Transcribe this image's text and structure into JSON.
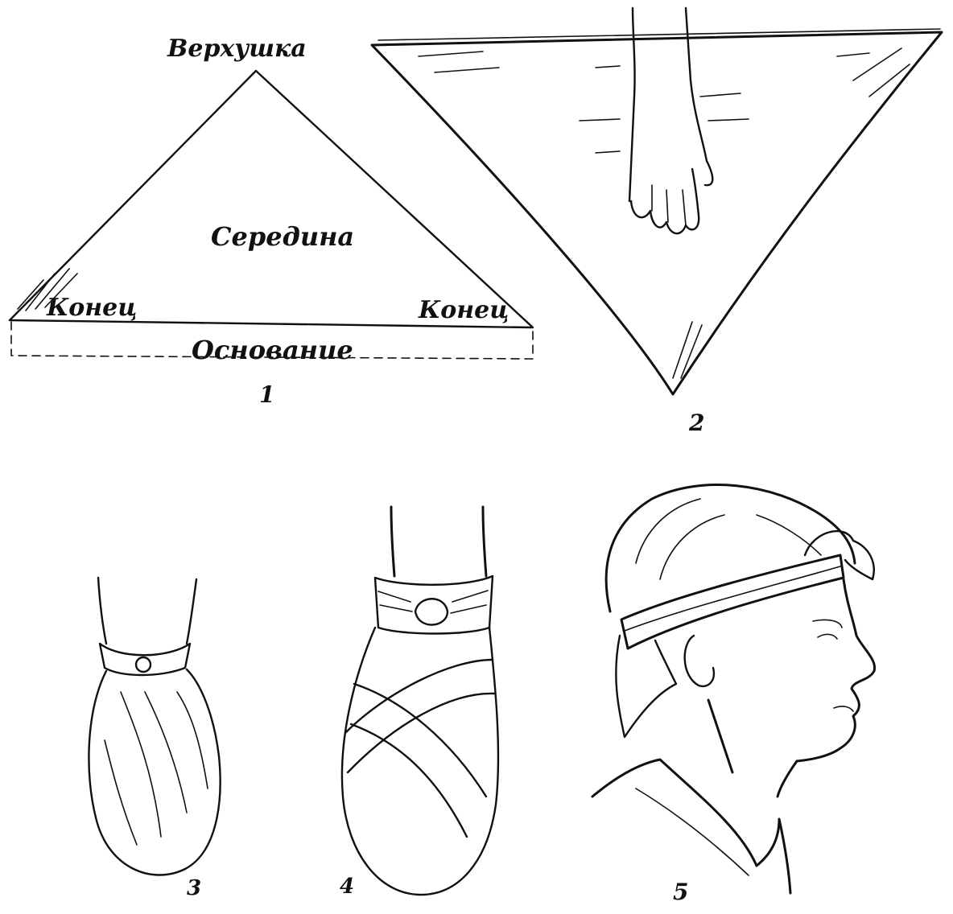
{
  "figure1": {
    "label_apex": "Верхушка",
    "label_middle": "Середина",
    "label_end_left": "Конец",
    "label_end_right": "Конец",
    "label_base": "Основание",
    "number": "1"
  },
  "figure2": {
    "number": "2"
  },
  "figure3": {
    "number": "3"
  },
  "figure4": {
    "number": "4"
  },
  "figure5": {
    "number": "5"
  }
}
